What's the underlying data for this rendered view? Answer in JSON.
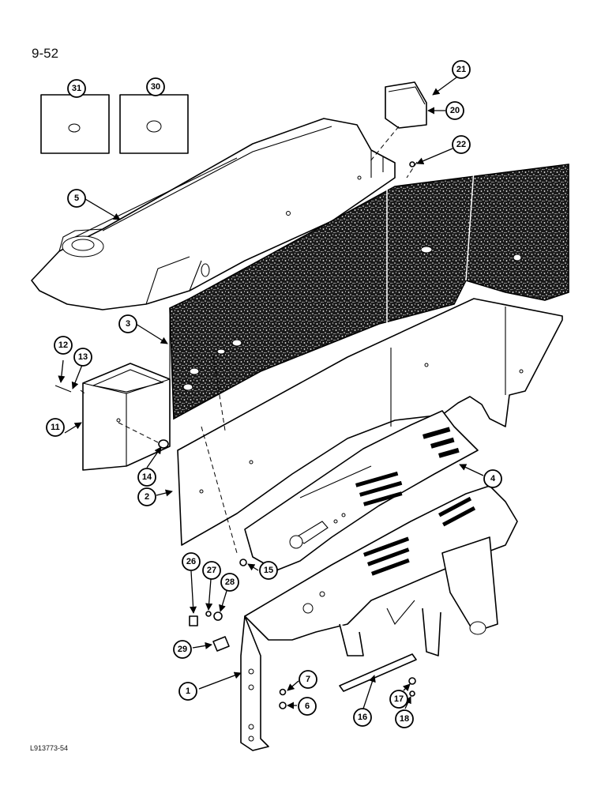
{
  "page_number": "9-52",
  "reference_code": "L913773-54",
  "callouts": [
    "1",
    "2",
    "3",
    "4",
    "5",
    "6",
    "7",
    "11",
    "12",
    "13",
    "14",
    "15",
    "16",
    "17",
    "18",
    "20",
    "21",
    "22",
    "26",
    "27",
    "28",
    "29",
    "30",
    "31"
  ]
}
